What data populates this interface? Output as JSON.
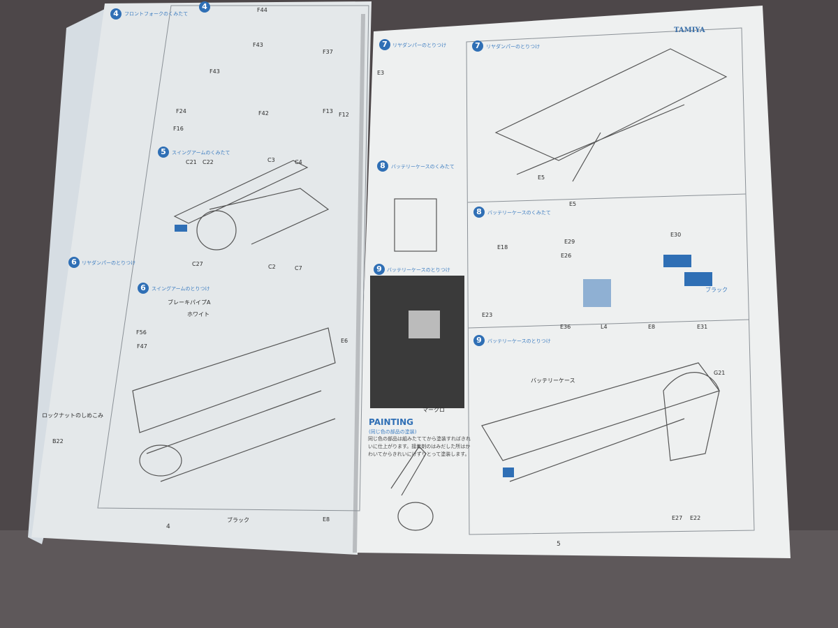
{
  "brand": "TAMIYA",
  "left_page": {
    "page_number": "4",
    "steps": [
      {
        "number": "4",
        "title": "フロントフォークのくみたて"
      },
      {
        "number": "4",
        "title": ""
      },
      {
        "number": "5",
        "title": "スイングアームのくみたて"
      },
      {
        "number": "6",
        "title": "スイングアームのとりつけ"
      },
      {
        "number": "6",
        "title": "リヤダンパーのとりつけ"
      }
    ],
    "part_labels": [
      "F44",
      "F43",
      "F37",
      "F43",
      "F24",
      "F16",
      "F42",
      "F13",
      "F12",
      "C21",
      "C22",
      "C3",
      "C4",
      "C27",
      "C2",
      "C7",
      "F56",
      "F47",
      "E6",
      "E8",
      "B22"
    ],
    "notes": [
      "ブレーキパイプA",
      "ブラック",
      "ホワイト",
      "ロックナットのしめこみ"
    ]
  },
  "right_page": {
    "page_number": "5",
    "steps": [
      {
        "number": "7",
        "title": "リヤダンパーのとりつけ"
      },
      {
        "number": "7",
        "title": "リヤダンパーのとりつけ"
      },
      {
        "number": "8",
        "title": "バッテリーケースのくみたて"
      },
      {
        "number": "8",
        "title": "バッテリーケースのくみたて"
      },
      {
        "number": "9",
        "title": "バッテリーケースのとりつけ"
      },
      {
        "number": "9",
        "title": "バッテリーケースのとりつけ"
      }
    ],
    "painting": {
      "heading": "PAINTING",
      "subheading": "(同じ色の部品の塗装)",
      "text": "同じ色の部品は組みたててから塗装すればきれいに仕上がります。接着剤のはみだした所はかわいてからきれいにけずりとって塗装します。"
    },
    "part_labels": [
      "E3",
      "E5",
      "E18",
      "E29",
      "E26",
      "E30",
      "E23",
      "E36",
      "L4",
      "E8",
      "E31",
      "G21",
      "E27",
      "E22",
      "E5"
    ],
    "notes": [
      "バッテリーケース",
      "ブラック",
      "マークロ"
    ]
  }
}
